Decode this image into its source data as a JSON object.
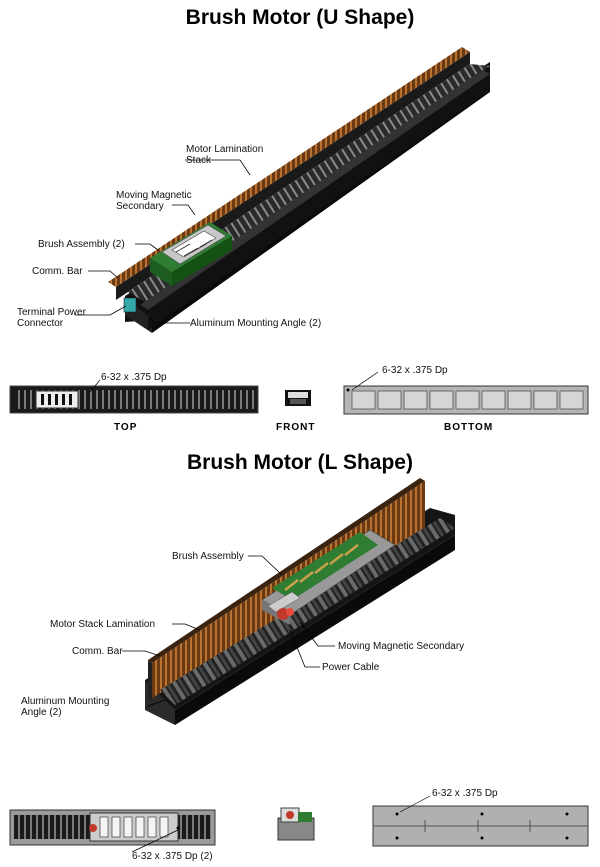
{
  "u_shape": {
    "title": "Brush Motor (U Shape)",
    "callouts": {
      "motor_lamination": [
        "Motor Lamination",
        "Stack"
      ],
      "moving_secondary": [
        "Moving Magnetic",
        "Secondary"
      ],
      "brush_assembly": "Brush Assembly (2)",
      "comm_bar": "Comm. Bar",
      "terminal_power": [
        "Terminal Power",
        "Connector"
      ],
      "aluminum_angle": "Aluminum Mounting Angle (2)"
    },
    "views": {
      "top_label": "TOP",
      "front_label": "FRONT",
      "bottom_label": "BOTTOM",
      "top_hole_note": "6-32 x .375 Dp",
      "bottom_hole_note": "6-32 x .375 Dp"
    }
  },
  "l_shape": {
    "title": "Brush Motor (L Shape)",
    "callouts": {
      "brush_assembly": "Brush Assembly",
      "motor_stack": "Motor Stack Lamination",
      "comm_bar": "Comm. Bar",
      "aluminum_angle": [
        "Aluminum Mounting",
        "Angle (2)"
      ],
      "moving_secondary": "Moving Magnetic Secondary",
      "power_cable": "Power Cable"
    },
    "views": {
      "bottom_hole_note": "6-32 x .375 Dp",
      "top_hole_note": "6-32 x .375 Dp (2)"
    }
  }
}
